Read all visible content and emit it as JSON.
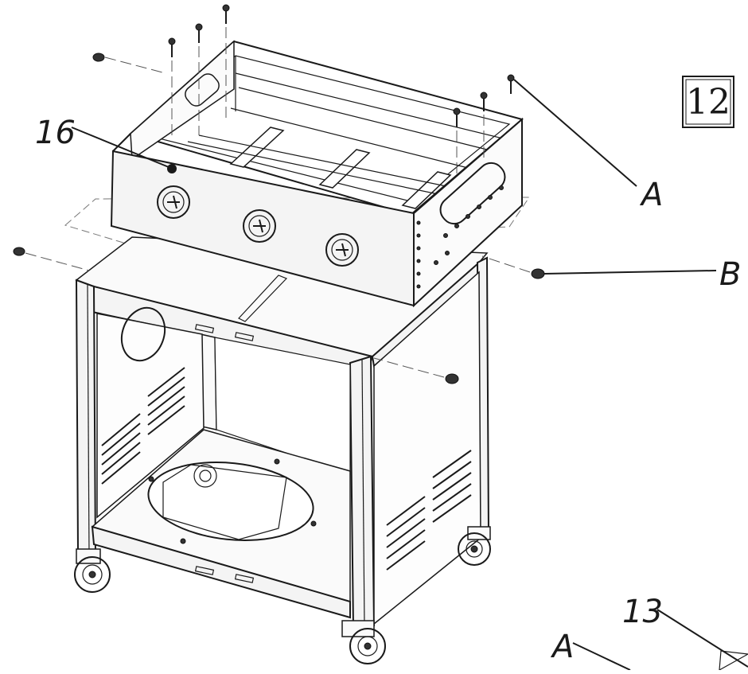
{
  "diagram": {
    "step_number": "12",
    "labels": {
      "part_16": "16",
      "screw_a_top": "A",
      "screw_b": "B",
      "part_13": "13",
      "screw_a_bottom": "A"
    },
    "knobs": [
      "control-knob-left",
      "control-knob-middle",
      "control-knob-right"
    ]
  }
}
